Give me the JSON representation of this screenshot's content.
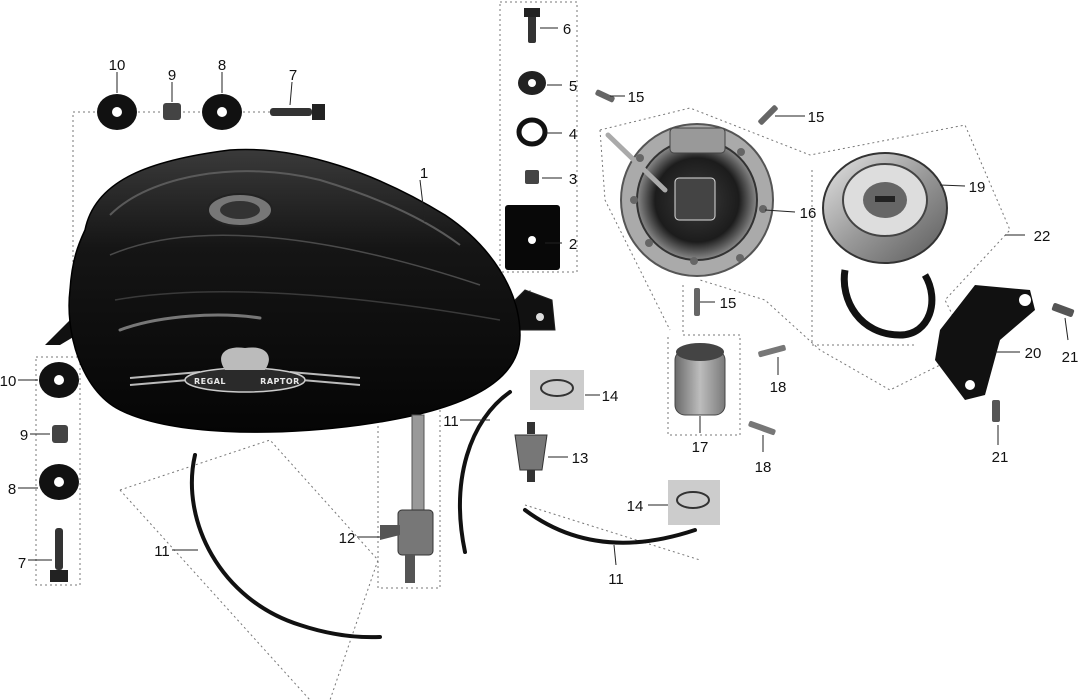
{
  "callouts": {
    "c1": "1",
    "c2": "2",
    "c3": "3",
    "c4": "4",
    "c5": "5",
    "c6": "6",
    "c7": "7",
    "c8": "8",
    "c9": "9",
    "c10": "10",
    "c11": "11",
    "c12": "12",
    "c13": "13",
    "c14": "14",
    "c15": "15",
    "c16": "16",
    "c17": "17",
    "c18": "18",
    "c19": "19",
    "c20": "20",
    "c21": "21",
    "c22": "22"
  },
  "emblem": {
    "left": "REGAL",
    "right": "RAPTOR"
  }
}
